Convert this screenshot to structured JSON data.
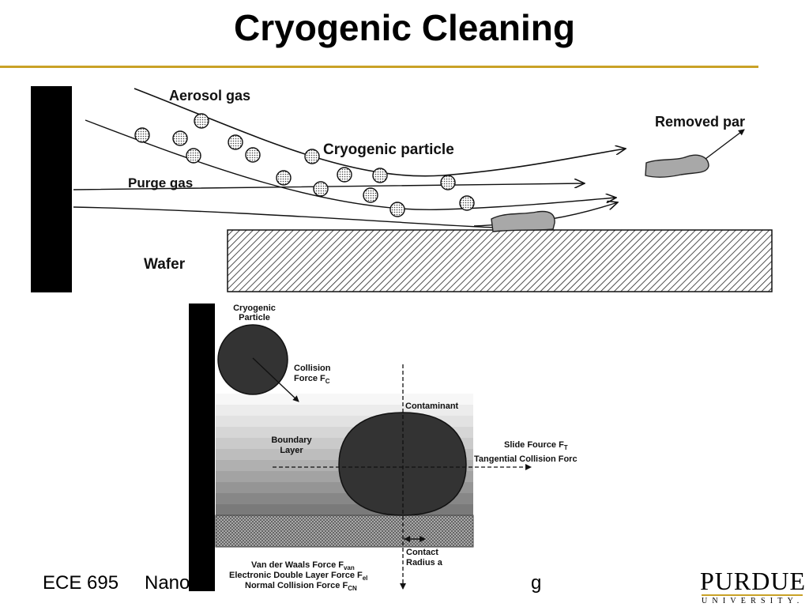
{
  "slide": {
    "title": "Cryogenic Cleaning",
    "accent_color": "#c9a227"
  },
  "top_diagram": {
    "labels": {
      "aerosol_gas": "Aerosol gas",
      "cryogenic_particle": "Cryogenic particle",
      "purge_gas": "Purge gas",
      "removed_particle": "Removed par",
      "wafer": "Wafer"
    }
  },
  "bottom_diagram": {
    "labels": {
      "cryogenic_particle_1": "Cryogenic",
      "cryogenic_particle_2": "Particle",
      "collision_force_1": "Collision",
      "collision_force_2": "Force F",
      "collision_force_sub": "C",
      "contaminant": "Contaminant",
      "boundary_layer_1": "Boundary",
      "boundary_layer_2": "Layer",
      "slide_force": "Slide Fource F",
      "slide_force_sub": "T",
      "tangential_force": "Tangential Collision Forc",
      "contact_radius_1": "Contact",
      "contact_radius_2": "Radius a",
      "vdw_force": "Van der Waals Force F",
      "vdw_force_sub": "van",
      "edl_force": "Electronic Double Layer Force F",
      "edl_force_sub": "el",
      "normal_force": "Normal Collision Force F",
      "normal_force_sub": "CN"
    }
  },
  "footer": {
    "course": "ECE 695",
    "topic": "Nano",
    "trailing": "g",
    "logo_name": "PURDUE",
    "logo_sub": "UNIVERSITY."
  }
}
